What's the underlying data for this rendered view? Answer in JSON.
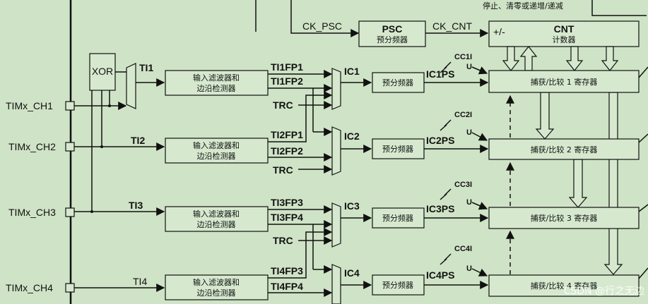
{
  "top_note": "停止、清零或递增/递减",
  "psc": {
    "title": "PSC",
    "subtitle": "预分频器"
  },
  "cnt": {
    "title": "CNT",
    "subtitle": "计数器",
    "updown": "+/-"
  },
  "clock_in": "CK_PSC",
  "clock_out": "CK_CNT",
  "xor": "XOR",
  "trc": "TRC",
  "update_mark": "U",
  "channels": [
    {
      "pin": "TIMx_CH1",
      "ti": "TI1",
      "filter1": "输入滤波器和",
      "filter2": "边沿检测器",
      "fp_a": "TI1FP1",
      "fp_b": "TI1FP2",
      "ic": "IC1",
      "presc": "预分频器",
      "icps": "IC1PS",
      "cc": "CC1I",
      "reg": "捕获/比较 1 寄存器"
    },
    {
      "pin": "TIMx_CH2",
      "ti": "TI2",
      "filter1": "输入滤波器和",
      "filter2": "边沿检测器",
      "fp_a": "TI2FP1",
      "fp_b": "TI2FP2",
      "ic": "IC2",
      "presc": "预分频器",
      "icps": "IC2PS",
      "cc": "CC2I",
      "reg": "捕获/比较 2 寄存器"
    },
    {
      "pin": "TIMx_CH3",
      "ti": "TI3",
      "filter1": "输入滤波器和",
      "filter2": "边沿检测器",
      "fp_a": "TI3FP3",
      "fp_b": "TI3FP4",
      "ic": "IC3",
      "presc": "预分频器",
      "icps": "IC3PS",
      "cc": "CC3I",
      "reg": "捕获/比较 3 寄存器"
    },
    {
      "pin": "TIMx_CH4",
      "ti": "TI4",
      "filter1": "输入滤波器和",
      "filter2": "边沿检测器",
      "fp_a": "TI4FP3",
      "fp_b": "TI4FP4",
      "ic": "IC4",
      "presc": "预分频器",
      "icps": "IC4PS",
      "cc": "CC4I",
      "reg": "捕获/比较 4 寄存器"
    }
  ],
  "watermark": "CSDN @行之无边"
}
